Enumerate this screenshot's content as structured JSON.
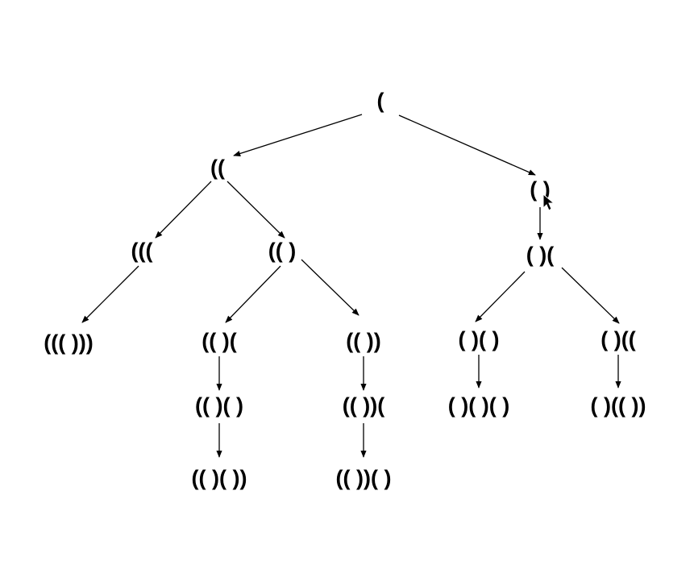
{
  "tree": {
    "nodes": [
      {
        "id": "n0",
        "label": "("
      },
      {
        "id": "n1",
        "label": "(("
      },
      {
        "id": "n2",
        "label": "( )"
      },
      {
        "id": "n3",
        "label": "((("
      },
      {
        "id": "n4",
        "label": "(( )"
      },
      {
        "id": "n5",
        "label": "( )("
      },
      {
        "id": "n6",
        "label": "((( )))"
      },
      {
        "id": "n7",
        "label": "(( )("
      },
      {
        "id": "n8",
        "label": "(( ))"
      },
      {
        "id": "n9",
        "label": "( )( )"
      },
      {
        "id": "n10",
        "label": "( )(("
      },
      {
        "id": "n11",
        "label": "(( )( )"
      },
      {
        "id": "n12",
        "label": "(( ))("
      },
      {
        "id": "n13",
        "label": "( )( )( )"
      },
      {
        "id": "n14",
        "label": "( )(( ))"
      },
      {
        "id": "n15",
        "label": "(( )( ))"
      },
      {
        "id": "n16",
        "label": "(( ))( )"
      }
    ],
    "edges": [
      {
        "from": "n0",
        "to": "n1"
      },
      {
        "from": "n0",
        "to": "n2"
      },
      {
        "from": "n1",
        "to": "n3"
      },
      {
        "from": "n1",
        "to": "n4"
      },
      {
        "from": "n2",
        "to": "n5"
      },
      {
        "from": "n3",
        "to": "n6"
      },
      {
        "from": "n4",
        "to": "n7"
      },
      {
        "from": "n4",
        "to": "n8"
      },
      {
        "from": "n5",
        "to": "n9"
      },
      {
        "from": "n5",
        "to": "n10"
      },
      {
        "from": "n7",
        "to": "n11"
      },
      {
        "from": "n8",
        "to": "n12"
      },
      {
        "from": "n9",
        "to": "n13"
      },
      {
        "from": "n10",
        "to": "n14"
      },
      {
        "from": "n11",
        "to": "n15"
      },
      {
        "from": "n12",
        "to": "n16"
      }
    ]
  },
  "cursor": {
    "icon": "mouse-pointer-icon"
  }
}
